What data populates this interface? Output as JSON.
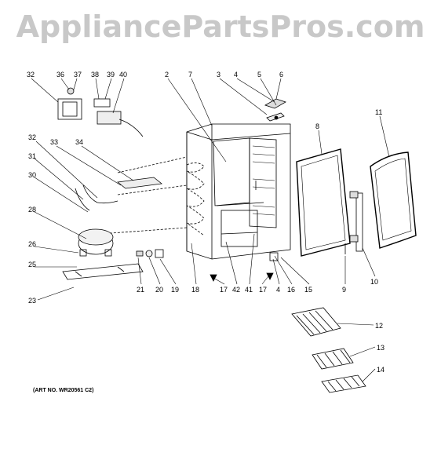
{
  "watermark": "AppliancePartsPros.com",
  "art_number": "(ART NO. WR20561 C2)",
  "callouts": [
    {
      "id": "l32a",
      "text": "32"
    },
    {
      "id": "l36",
      "text": "36"
    },
    {
      "id": "l37",
      "text": "37"
    },
    {
      "id": "l38",
      "text": "38"
    },
    {
      "id": "l39",
      "text": "39"
    },
    {
      "id": "l40",
      "text": "40"
    },
    {
      "id": "l2",
      "text": "2"
    },
    {
      "id": "l7",
      "text": "7"
    },
    {
      "id": "l3",
      "text": "3"
    },
    {
      "id": "l4a",
      "text": "4"
    },
    {
      "id": "l5",
      "text": "5"
    },
    {
      "id": "l6",
      "text": "6"
    },
    {
      "id": "l8",
      "text": "8"
    },
    {
      "id": "l11",
      "text": "11"
    },
    {
      "id": "l32b",
      "text": "32"
    },
    {
      "id": "l33",
      "text": "33"
    },
    {
      "id": "l34",
      "text": "34"
    },
    {
      "id": "l31",
      "text": "31"
    },
    {
      "id": "l30",
      "text": "30"
    },
    {
      "id": "l28",
      "text": "28"
    },
    {
      "id": "l26",
      "text": "26"
    },
    {
      "id": "l25",
      "text": "25"
    },
    {
      "id": "l23",
      "text": "23"
    },
    {
      "id": "l21",
      "text": "21"
    },
    {
      "id": "l20",
      "text": "20"
    },
    {
      "id": "l19",
      "text": "19"
    },
    {
      "id": "l18",
      "text": "18"
    },
    {
      "id": "l17a",
      "text": "17"
    },
    {
      "id": "l42",
      "text": "42"
    },
    {
      "id": "l41",
      "text": "41"
    },
    {
      "id": "l17b",
      "text": "17"
    },
    {
      "id": "l4b",
      "text": "4"
    },
    {
      "id": "l16",
      "text": "16"
    },
    {
      "id": "l15",
      "text": "15"
    },
    {
      "id": "l9",
      "text": "9"
    },
    {
      "id": "l10",
      "text": "10"
    },
    {
      "id": "l12",
      "text": "12"
    },
    {
      "id": "l13",
      "text": "13"
    },
    {
      "id": "l14",
      "text": "14"
    }
  ]
}
